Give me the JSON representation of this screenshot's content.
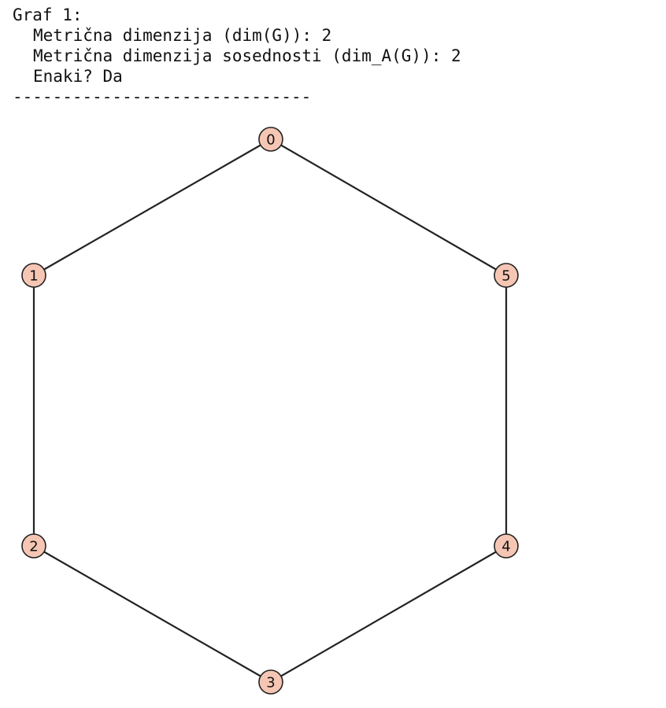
{
  "output": {
    "heading": "Graf 1:",
    "metric_dimension": "Metrična dimenzija (dim(G)): 2",
    "adjacency_dimension": "Metrična dimenzija sosednosti (dim_A(G)): 2",
    "equal": "Enaki? Da",
    "separator": "------------------------------"
  },
  "graph": {
    "node_color": "#f6c6b4",
    "edge_color": "#222222",
    "nodes": [
      {
        "id": "0",
        "label": "0"
      },
      {
        "id": "1",
        "label": "1"
      },
      {
        "id": "2",
        "label": "2"
      },
      {
        "id": "3",
        "label": "3"
      },
      {
        "id": "4",
        "label": "4"
      },
      {
        "id": "5",
        "label": "5"
      }
    ],
    "edges": [
      [
        "0",
        "1"
      ],
      [
        "1",
        "2"
      ],
      [
        "2",
        "3"
      ],
      [
        "3",
        "4"
      ],
      [
        "4",
        "5"
      ],
      [
        "5",
        "0"
      ]
    ]
  }
}
